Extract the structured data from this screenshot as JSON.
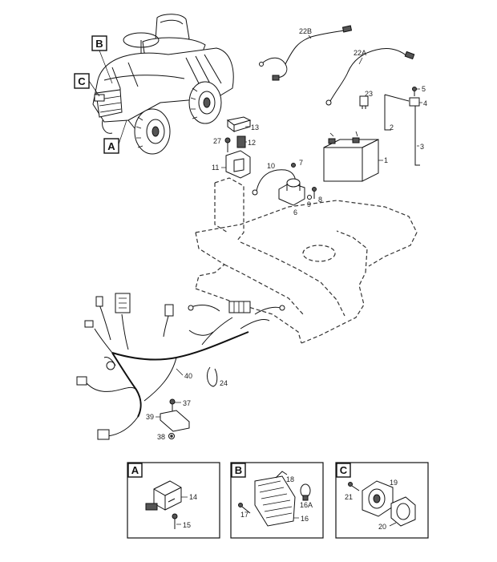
{
  "callouts": {
    "tag_a": "A",
    "tag_b": "B",
    "tag_c": "C"
  },
  "labels": {
    "p22b": "22B",
    "p22a": "22A",
    "p23": "23",
    "p5": "5",
    "p4": "4",
    "p2": "2",
    "p3": "3",
    "p1": "1",
    "p13": "13",
    "p27": "27",
    "p12": "12",
    "p11": "11",
    "p10": "10",
    "p7": "7",
    "p8": "8",
    "p9": "9",
    "p6": "6",
    "p40": "40",
    "p24": "24",
    "p37": "37",
    "p39": "39",
    "p38": "38"
  },
  "detail_a": {
    "tag": "A",
    "labels": {
      "p14": "14",
      "p15": "15"
    }
  },
  "detail_b": {
    "tag": "B",
    "labels": {
      "p18": "18",
      "p16a": "16A",
      "p17": "17",
      "p16": "16"
    }
  },
  "detail_c": {
    "tag": "C",
    "labels": {
      "p19": "19",
      "p21": "21",
      "p20": "20"
    }
  }
}
